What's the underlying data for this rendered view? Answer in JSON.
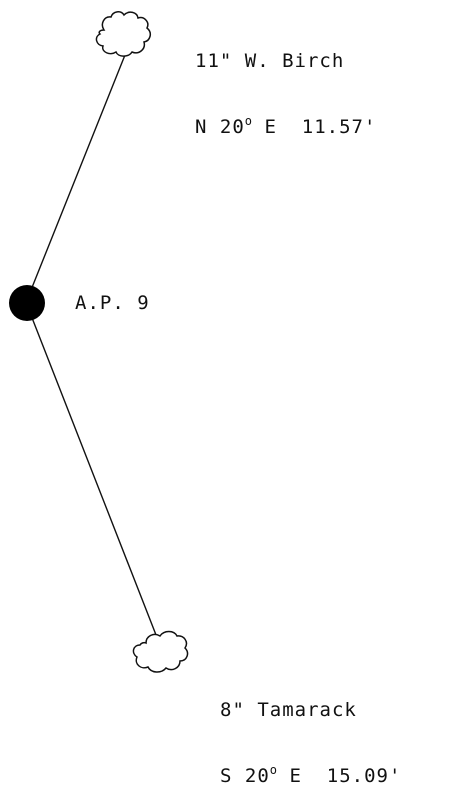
{
  "point": {
    "label": "A.P. 9",
    "color": "#000000"
  },
  "witness_trees": [
    {
      "name": "11\" W. Birch",
      "bearing_prefix": "N 20",
      "degree_symbol": "o",
      "bearing_suffix": " E  11.57'"
    },
    {
      "name": "8\" Tamarack",
      "bearing_prefix": "S 20",
      "degree_symbol": "o",
      "bearing_suffix": " E  15.09'"
    }
  ],
  "colors": {
    "ink": "#111111",
    "background": "#ffffff"
  }
}
